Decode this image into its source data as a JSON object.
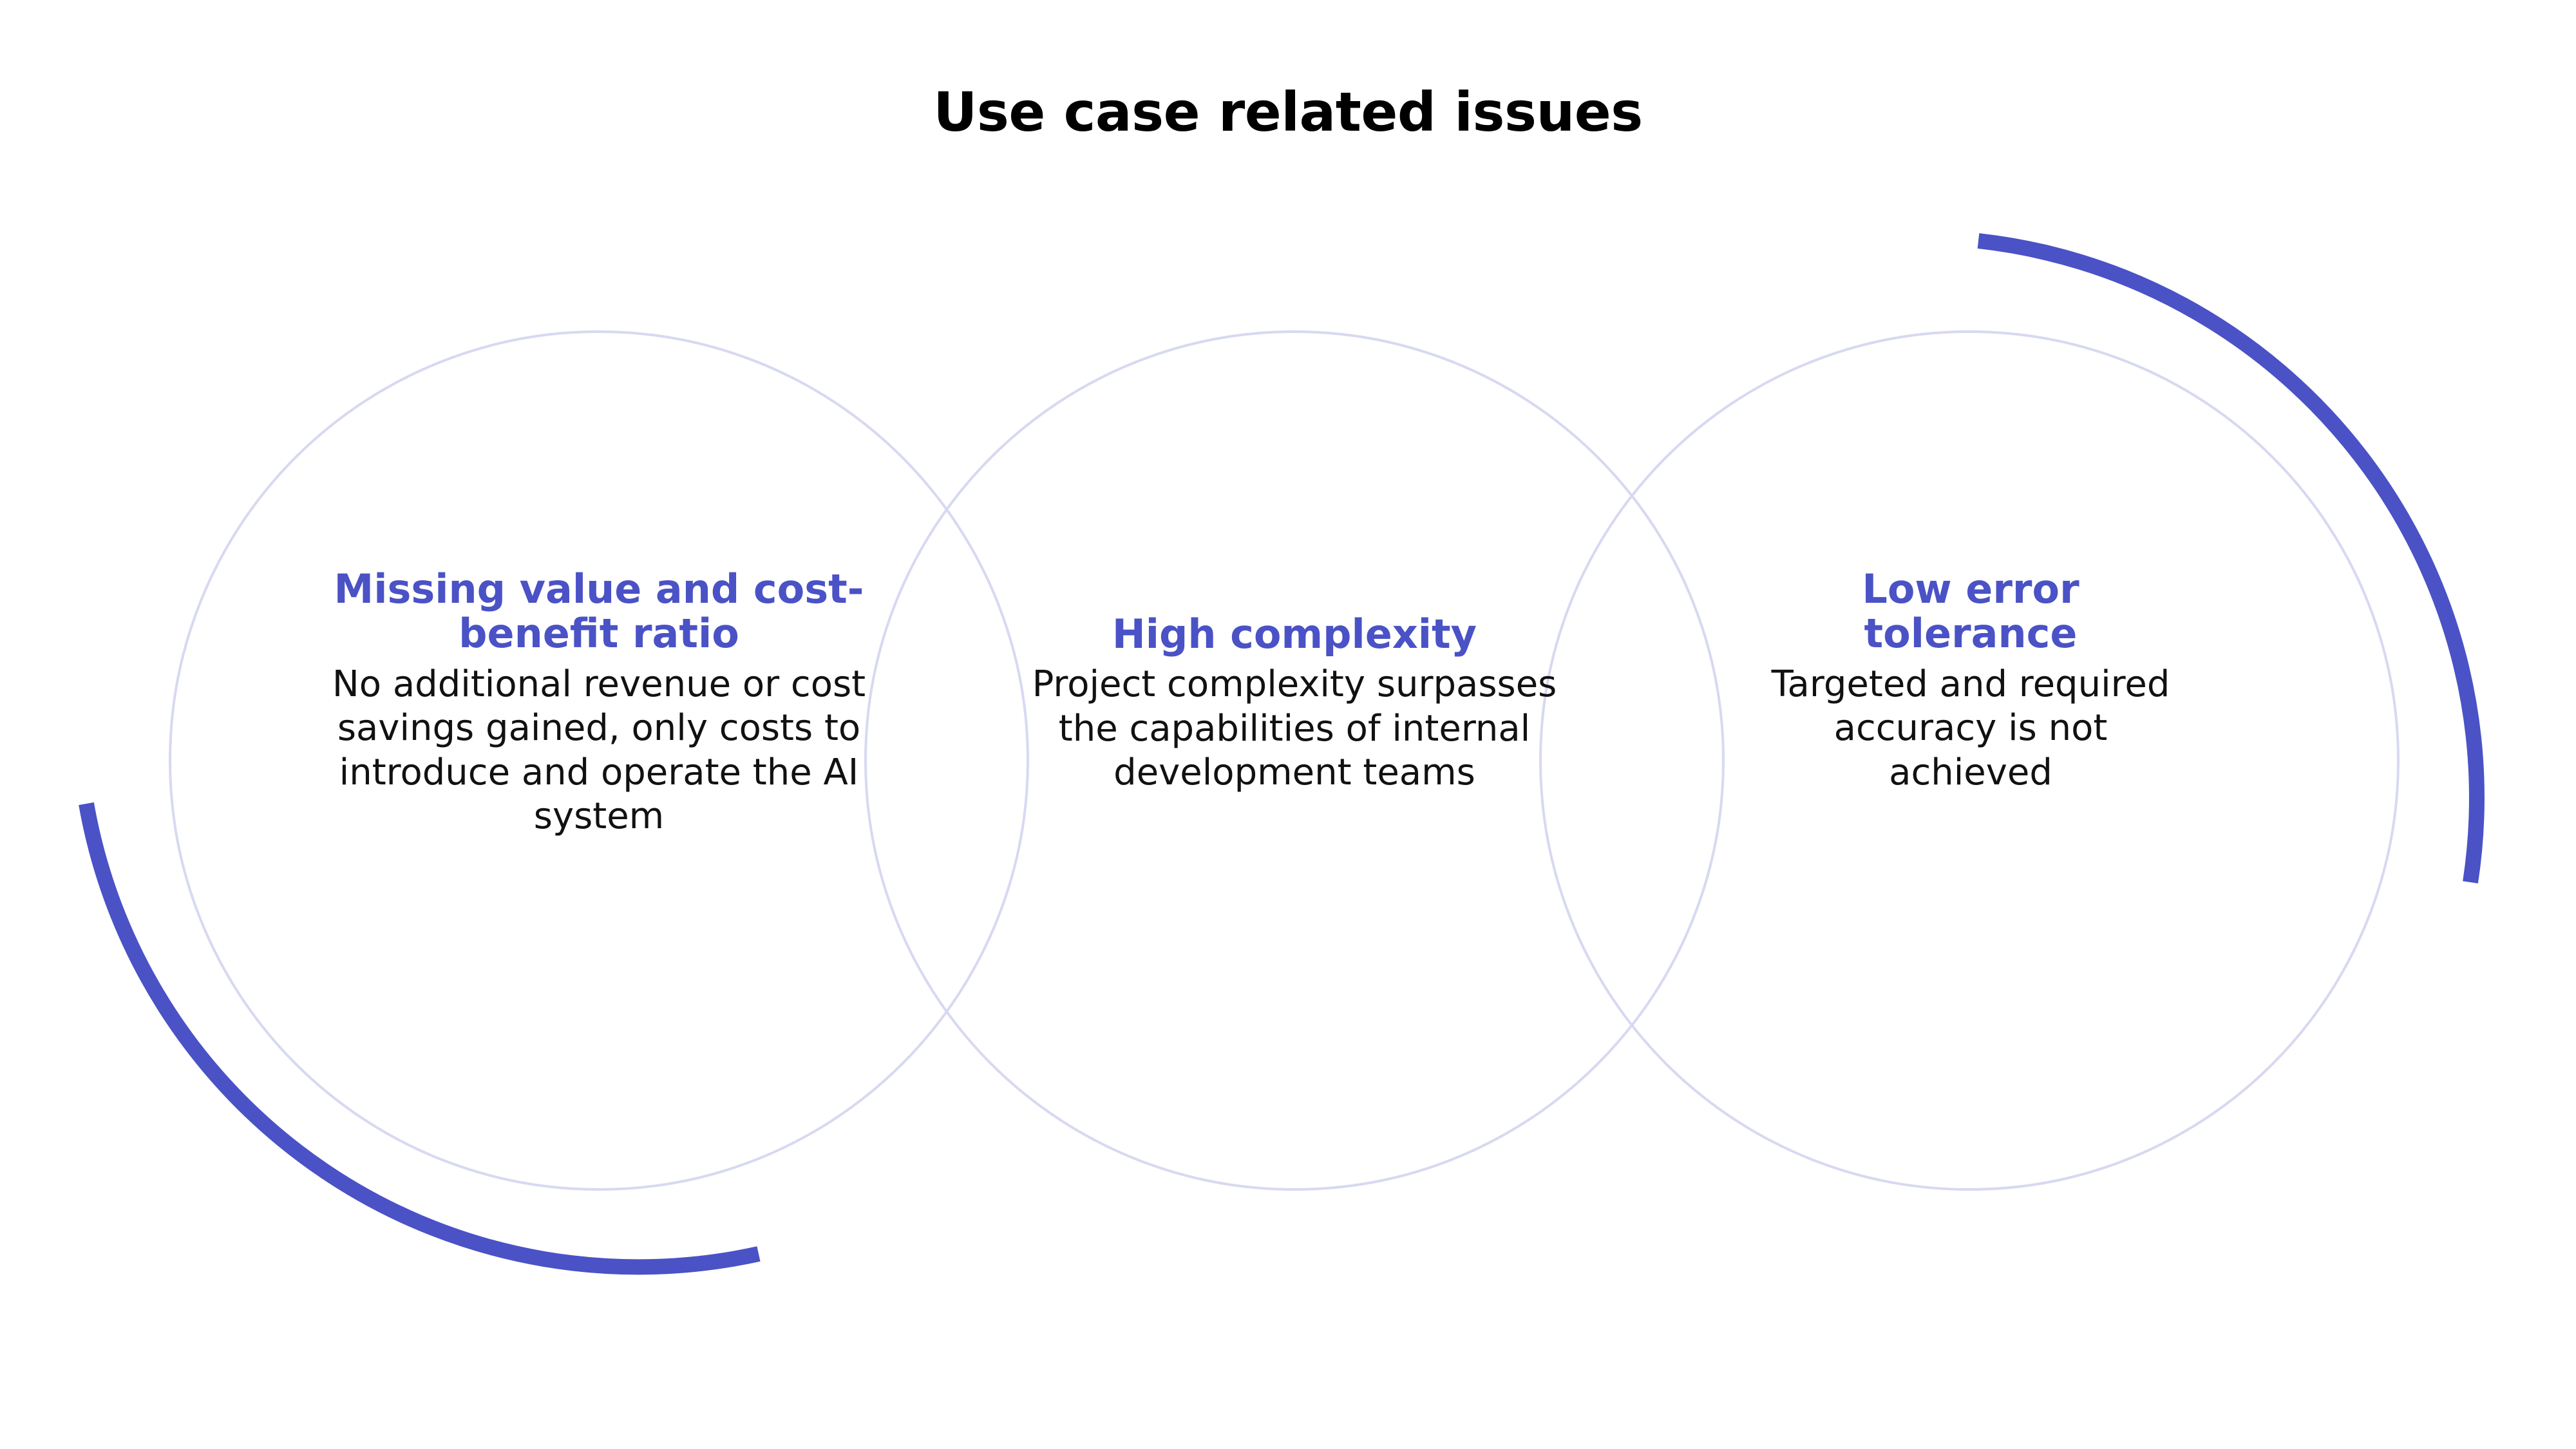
{
  "page": {
    "title": "Use case related issues",
    "background_color": "#ffffff"
  },
  "theme": {
    "accent_blue": "#4a52c6",
    "circle_outline": "#d7d9f1",
    "text_color": "#111111",
    "title_color": "#000000"
  },
  "nodes": [
    {
      "heading": "Missing value and cost-benefit ratio",
      "body": "No additional revenue or cost savings gained, only costs to introduce and operate the AI system"
    },
    {
      "heading": "High complexity",
      "body": "Project complexity surpasses the capabilities of internal development teams"
    },
    {
      "heading": "Low error tolerance",
      "body": "Targeted and required accuracy is not achieved"
    }
  ],
  "decorations": {
    "arc_bottom_left": "blue-arc-bottom-left",
    "arc_top_right": "blue-arc-top-right",
    "circle_1": "circle-outline",
    "circle_2": "circle-outline",
    "circle_3": "circle-outline"
  }
}
